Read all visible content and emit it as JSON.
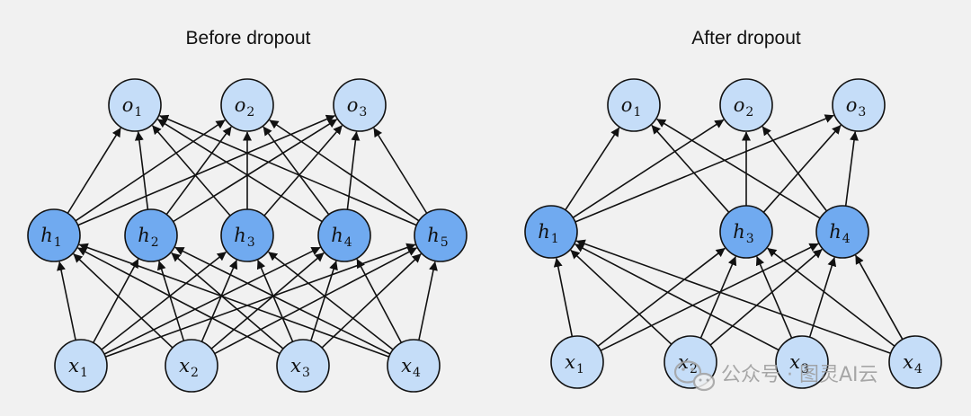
{
  "colors": {
    "background": "#f1f1f1",
    "light_node_fill": "#c5ddf8",
    "dark_node_fill": "#70aaf0",
    "node_stroke": "#111111",
    "edge": "#111111"
  },
  "panels": [
    {
      "id": "before",
      "title": "Before dropout",
      "layers": {
        "output": [
          {
            "id": "o1",
            "var": "o",
            "sub": "1"
          },
          {
            "id": "o2",
            "var": "o",
            "sub": "2"
          },
          {
            "id": "o3",
            "var": "o",
            "sub": "3"
          }
        ],
        "hidden": [
          {
            "id": "h1",
            "var": "h",
            "sub": "1"
          },
          {
            "id": "h2",
            "var": "h",
            "sub": "2"
          },
          {
            "id": "h3",
            "var": "h",
            "sub": "3"
          },
          {
            "id": "h4",
            "var": "h",
            "sub": "4"
          },
          {
            "id": "h5",
            "var": "h",
            "sub": "5"
          }
        ],
        "input": [
          {
            "id": "x1",
            "var": "x",
            "sub": "1"
          },
          {
            "id": "x2",
            "var": "x",
            "sub": "2"
          },
          {
            "id": "x3",
            "var": "x",
            "sub": "3"
          },
          {
            "id": "x4",
            "var": "x",
            "sub": "4"
          }
        ]
      }
    },
    {
      "id": "after",
      "title": "After dropout",
      "layers": {
        "output": [
          {
            "id": "o1",
            "var": "o",
            "sub": "1"
          },
          {
            "id": "o2",
            "var": "o",
            "sub": "2"
          },
          {
            "id": "o3",
            "var": "o",
            "sub": "3"
          }
        ],
        "hidden": [
          {
            "id": "h1",
            "var": "h",
            "sub": "1"
          },
          {
            "id": "h3",
            "var": "h",
            "sub": "3"
          },
          {
            "id": "h4",
            "var": "h",
            "sub": "4"
          }
        ],
        "input": [
          {
            "id": "x1",
            "var": "x",
            "sub": "1"
          },
          {
            "id": "x2",
            "var": "x",
            "sub": "2"
          },
          {
            "id": "x3",
            "var": "x",
            "sub": "3"
          },
          {
            "id": "x4",
            "var": "x",
            "sub": "4"
          }
        ]
      }
    }
  ],
  "watermark": {
    "text": "公众号 · 图灵AI云",
    "icon": "wechat-icon"
  }
}
